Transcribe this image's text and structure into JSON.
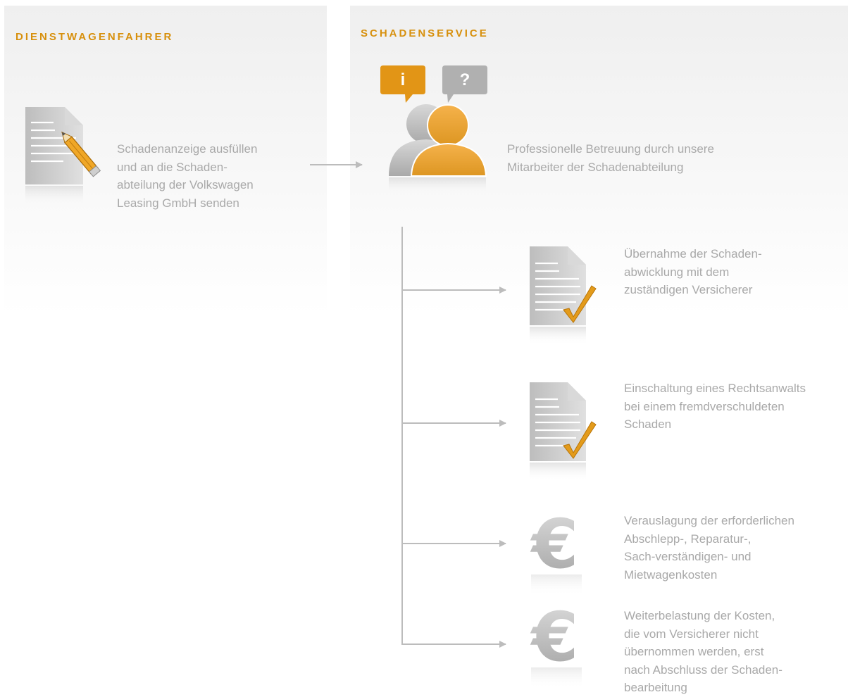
{
  "left_panel": {
    "heading": "DIENSTWAGENFAHRER",
    "text": "Schadenanzeige ausfüllen\nund an die Schaden-\nabteilung der Volkswagen\nLeasing GmbH senden",
    "icon": "document-pencil-icon"
  },
  "right_panel": {
    "heading": "SCHADENSERVICE",
    "bubble_info": "i",
    "bubble_question": "?",
    "service_text": "Professionelle Betreuung durch unsere\nMitarbeiter der Schadenabteilung",
    "icon": "people-chat-icon"
  },
  "services": [
    {
      "icon": "document-check-icon",
      "text": "Übernahme der Schaden-\nabwicklung mit dem\nzuständigen Versicherer"
    },
    {
      "icon": "document-check-icon",
      "text": "Einschaltung eines Rechtsanwalts\nbei einem fremdverschuldeten\nSchaden"
    },
    {
      "icon": "euro-icon",
      "euro_symbol": "€",
      "text": "Verauslagung der erforderlichen\nAbschlepp-, Reparatur-,\nSach-verständigen- und\nMietwagenkosten"
    },
    {
      "icon": "euro-icon",
      "euro_symbol": "€",
      "text": "Weiterbelastung der Kosten,\ndie vom Versicherer nicht\nübernommen werden, erst\nnach Abschluss der Schaden-\nbearbeitung"
    }
  ],
  "colors": {
    "accent": "#d7900d",
    "text": "#a9a9a9",
    "icon_gray": "#c2c2c2",
    "arrow": "#bcbcbc"
  }
}
